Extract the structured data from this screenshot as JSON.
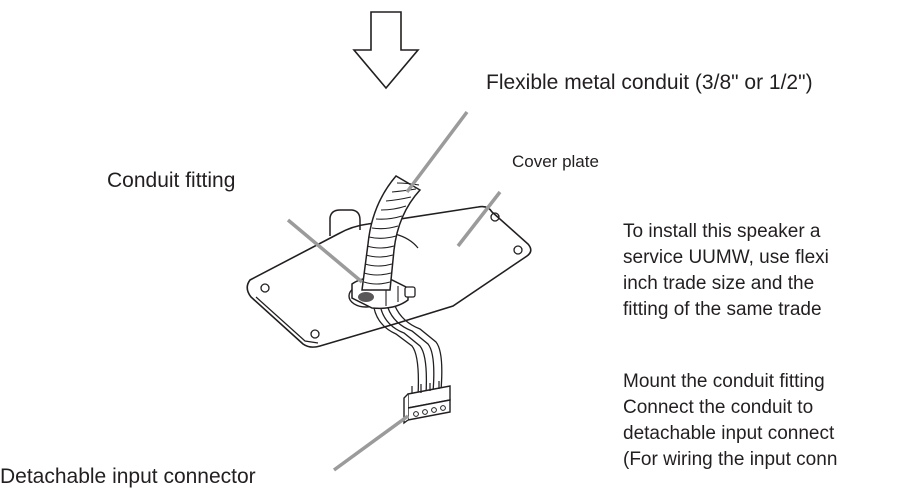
{
  "labels": {
    "flexible_conduit": "Flexible metal conduit (3/8\" or 1/2\")",
    "conduit_fitting": "Conduit fitting",
    "cover_plate": "Cover plate",
    "input_connector": "Detachable input connector"
  },
  "instructions": {
    "paragraph1": [
      "To install this speaker a",
      "service UUMW, use flexi",
      "inch trade size and the",
      "fitting of the same  trade"
    ],
    "paragraph2": [
      "Mount the conduit fitting",
      "Connect the conduit to",
      "detachable input connect",
      "(For wiring the input conn"
    ]
  }
}
